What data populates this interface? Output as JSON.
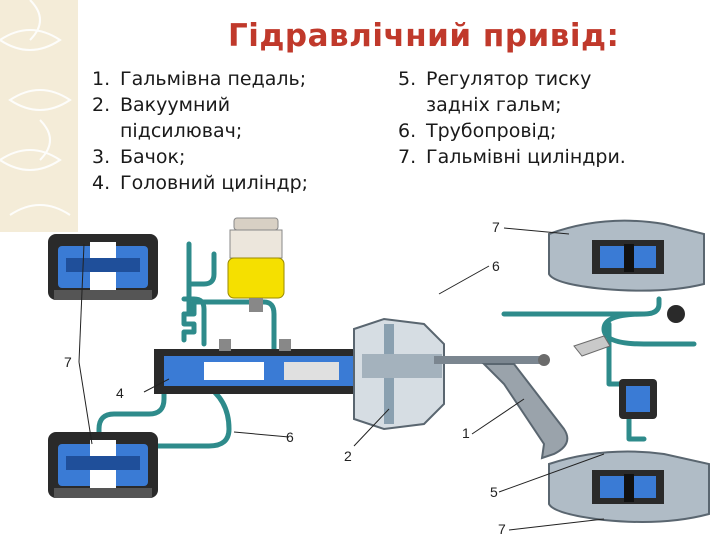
{
  "slide": {
    "title": "Гідравлічний привід:",
    "items": [
      {
        "num": "1.",
        "lines": [
          "Гальмівна педаль;"
        ]
      },
      {
        "num": "2.",
        "lines": [
          "Вакуумний",
          "підсилювач;"
        ]
      },
      {
        "num": "3.",
        "lines": [
          "Бачок;"
        ]
      },
      {
        "num": "4.",
        "lines": [
          "Головний циліндр;"
        ]
      },
      {
        "num": "5.",
        "lines": [
          "Регулятор тиску",
          "задніх гальм;"
        ]
      },
      {
        "num": "6.",
        "lines": [
          "Трубопровід;"
        ]
      },
      {
        "num": "7.",
        "lines": [
          "Гальмівні циліндри."
        ]
      }
    ]
  },
  "diagram": {
    "callouts": [
      "7",
      "6",
      "7",
      "4",
      "6",
      "2",
      "1",
      "5",
      "7"
    ]
  },
  "colors": {
    "title": "#c0392b",
    "pipe": "#2e8b8b",
    "cylinder": "#3a7bd5",
    "reservoir": "#f5e000",
    "pedal": "#9aa3ab",
    "border": "#f4ecd8"
  }
}
